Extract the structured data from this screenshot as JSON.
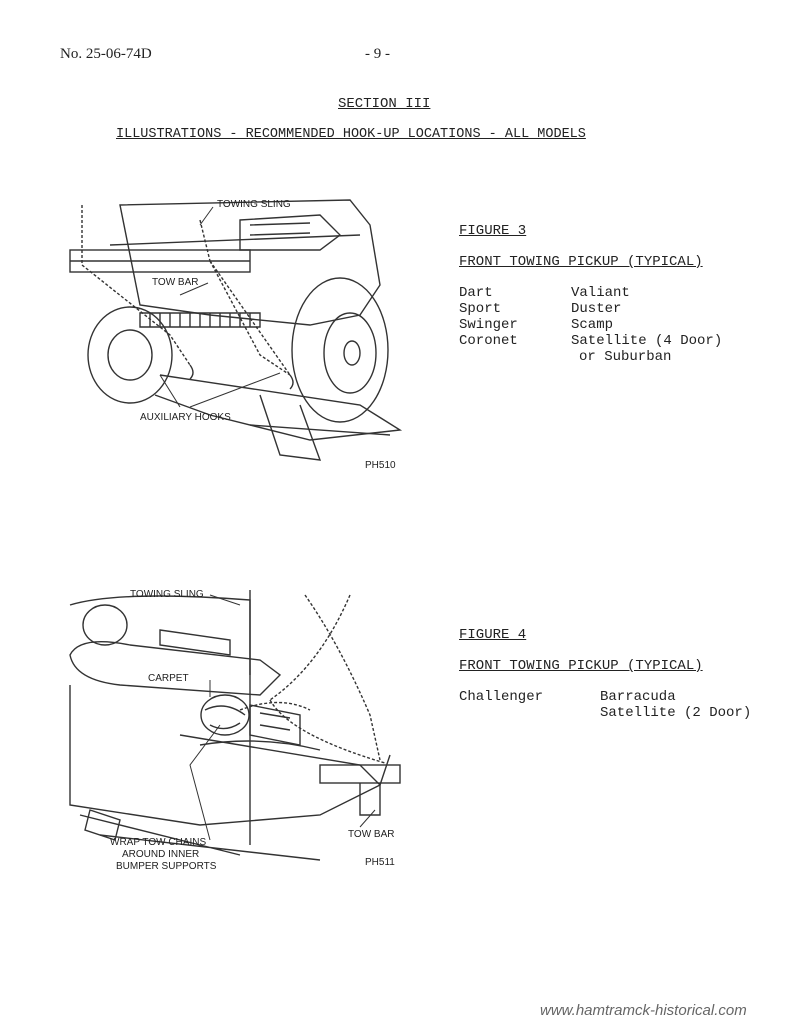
{
  "header": {
    "doc_number": "No. 25-06-74D",
    "page_number": "- 9 -"
  },
  "section": {
    "label": "SECTION III",
    "title": "ILLUSTRATIONS - RECOMMENDED HOOK-UP LOCATIONS - ALL MODELS"
  },
  "figure3": {
    "heading": "FIGURE 3",
    "caption": "FRONT TOWING PICKUP (TYPICAL)",
    "models_left": [
      "Dart",
      "Sport",
      "Swinger",
      "Coronet"
    ],
    "models_right": [
      "Valiant",
      "Duster",
      "Scamp",
      "Satellite (4 Door)",
      "or Suburban"
    ],
    "callouts": {
      "towing_sling": "TOWING SLING",
      "tow_bar": "TOW BAR",
      "auxiliary_hooks": "AUXILIARY HOOKS",
      "photo_id": "PH510"
    }
  },
  "figure4": {
    "heading": "FIGURE 4",
    "caption": "FRONT TOWING PICKUP (TYPICAL)",
    "models_left": [
      "Challenger"
    ],
    "models_right": [
      "Barracuda",
      "Satellite (2 Door)"
    ],
    "callouts": {
      "towing_sling": "TOWING SLING",
      "carpet": "CARPET",
      "wrap_line1": "WRAP TOW CHAINS",
      "wrap_line2": "AROUND INNER",
      "wrap_line3": "BUMPER SUPPORTS",
      "tow_bar": "TOW BAR",
      "photo_id": "PH511"
    }
  },
  "footer": {
    "site": "www.hamtramck-historical.com"
  }
}
